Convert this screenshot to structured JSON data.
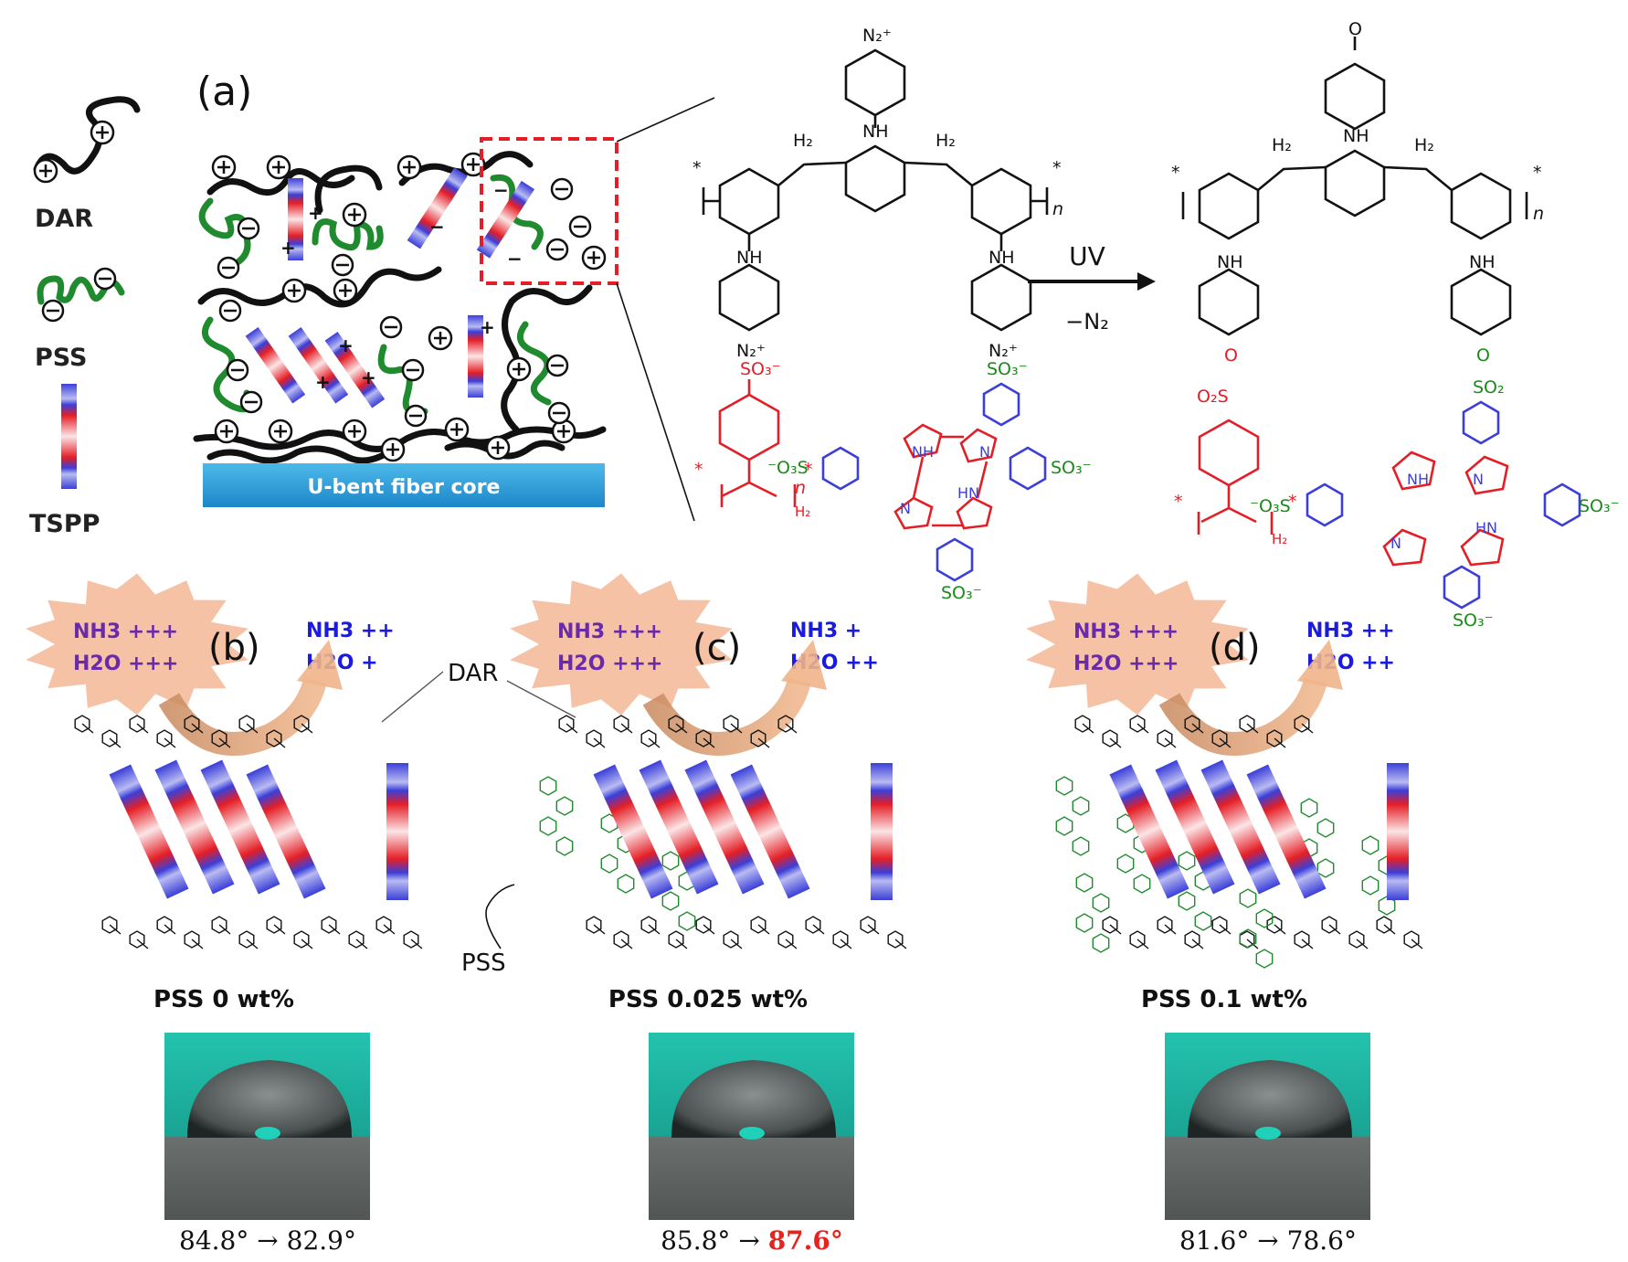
{
  "legend": {
    "dar": "DAR",
    "pss": "PSS",
    "tspp": "TSPP"
  },
  "panel_a": {
    "label": "(a)",
    "substrate": "U-bent fiber core",
    "plus_sign": "+",
    "minus_sign": "−"
  },
  "scheme": {
    "reaction_condition_top": "UV",
    "reaction_condition_bottom": "−N₂",
    "groups": {
      "diazonium": "N₂⁺",
      "nh": "NH",
      "h2": "H₂",
      "n_index": "n",
      "star": "*",
      "sulfonate": "SO₃⁻",
      "sulfonate_left": "⁻O₃S",
      "sulfonyl_left": "O₂S",
      "sulfonyl_right": "SO₂",
      "oxygen": "O",
      "pyrrole_nh": "NH",
      "pyrrole_hn": "HN",
      "pyrrole_n": "N"
    }
  },
  "panels": [
    {
      "label": "(b)",
      "burst_nh3": "NH3 +++",
      "burst_h2o": "H2O +++",
      "out_nh3": "NH3 ++",
      "out_h2o": "H2O +",
      "pss_caption": "PSS 0 wt%",
      "angle_before": "84.8°",
      "arrow": "→",
      "angle_after": "82.9°",
      "angle_after_color": "#111111"
    },
    {
      "label": "(c)",
      "burst_nh3": "NH3 +++",
      "burst_h2o": "H2O +++",
      "out_nh3": "NH3 +",
      "out_h2o": "H2O ++",
      "pss_caption": "PSS 0.025 wt%",
      "angle_before": "85.8°",
      "arrow": "→",
      "angle_after": "87.6°",
      "angle_after_color": "#e8231f"
    },
    {
      "label": "(d)",
      "burst_nh3": "NH3 +++",
      "burst_h2o": "H2O +++",
      "out_nh3": "NH3 ++",
      "out_h2o": "H2O ++",
      "pss_caption": "PSS 0.1 wt%",
      "angle_before": "81.6°",
      "arrow": "→",
      "angle_after": "78.6°",
      "angle_after_color": "#111111"
    }
  ],
  "callouts": {
    "dar": "DAR",
    "pss": "PSS"
  },
  "colors": {
    "dar_chain": "#111111",
    "pss_chain": "#1f8a2e",
    "tspp_blue": "#3b3fd8",
    "tspp_red": "#e41e26",
    "fiber": "#2aa3dd",
    "burst": "#f5c2a6",
    "burst_text": "#6b2aa8",
    "out_text": "#1a1ae0",
    "sulfonate_green": "#1a8a1a",
    "photo_bg": "#1fb5a0"
  }
}
